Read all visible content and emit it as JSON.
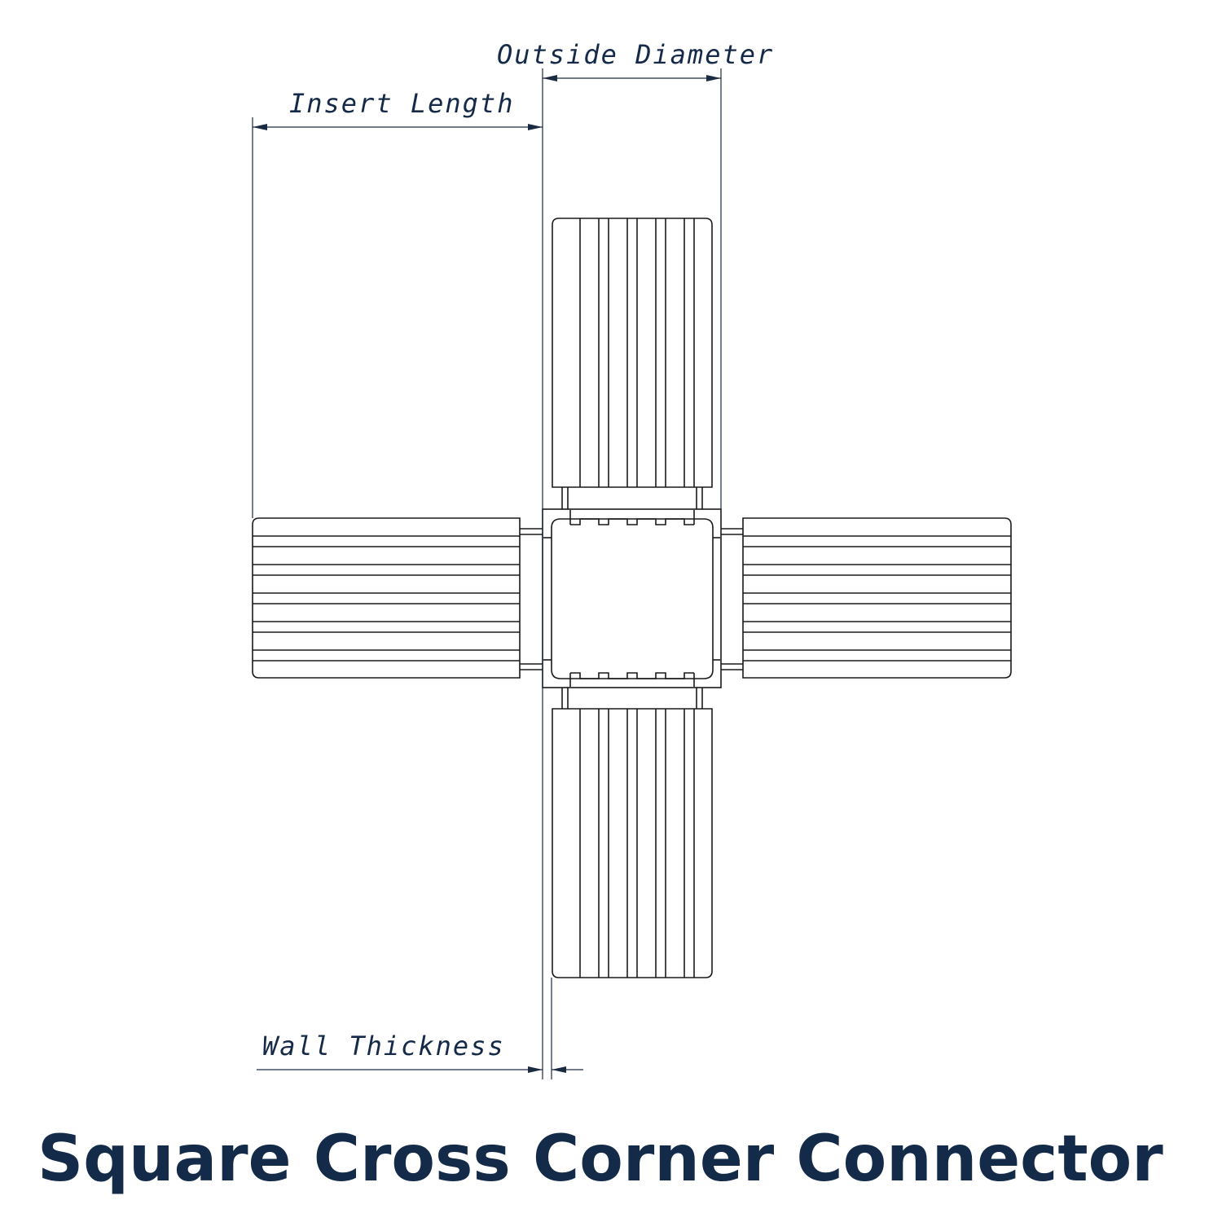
{
  "title": "Square Cross Corner Connector",
  "dimensions": {
    "outside_diameter": "Outside Diameter",
    "insert_length": "Insert Length",
    "wall_thickness": "Wall Thickness"
  },
  "colors": {
    "title": "#132a48",
    "dimension": "#142a48",
    "line": "#1a1a1a"
  }
}
